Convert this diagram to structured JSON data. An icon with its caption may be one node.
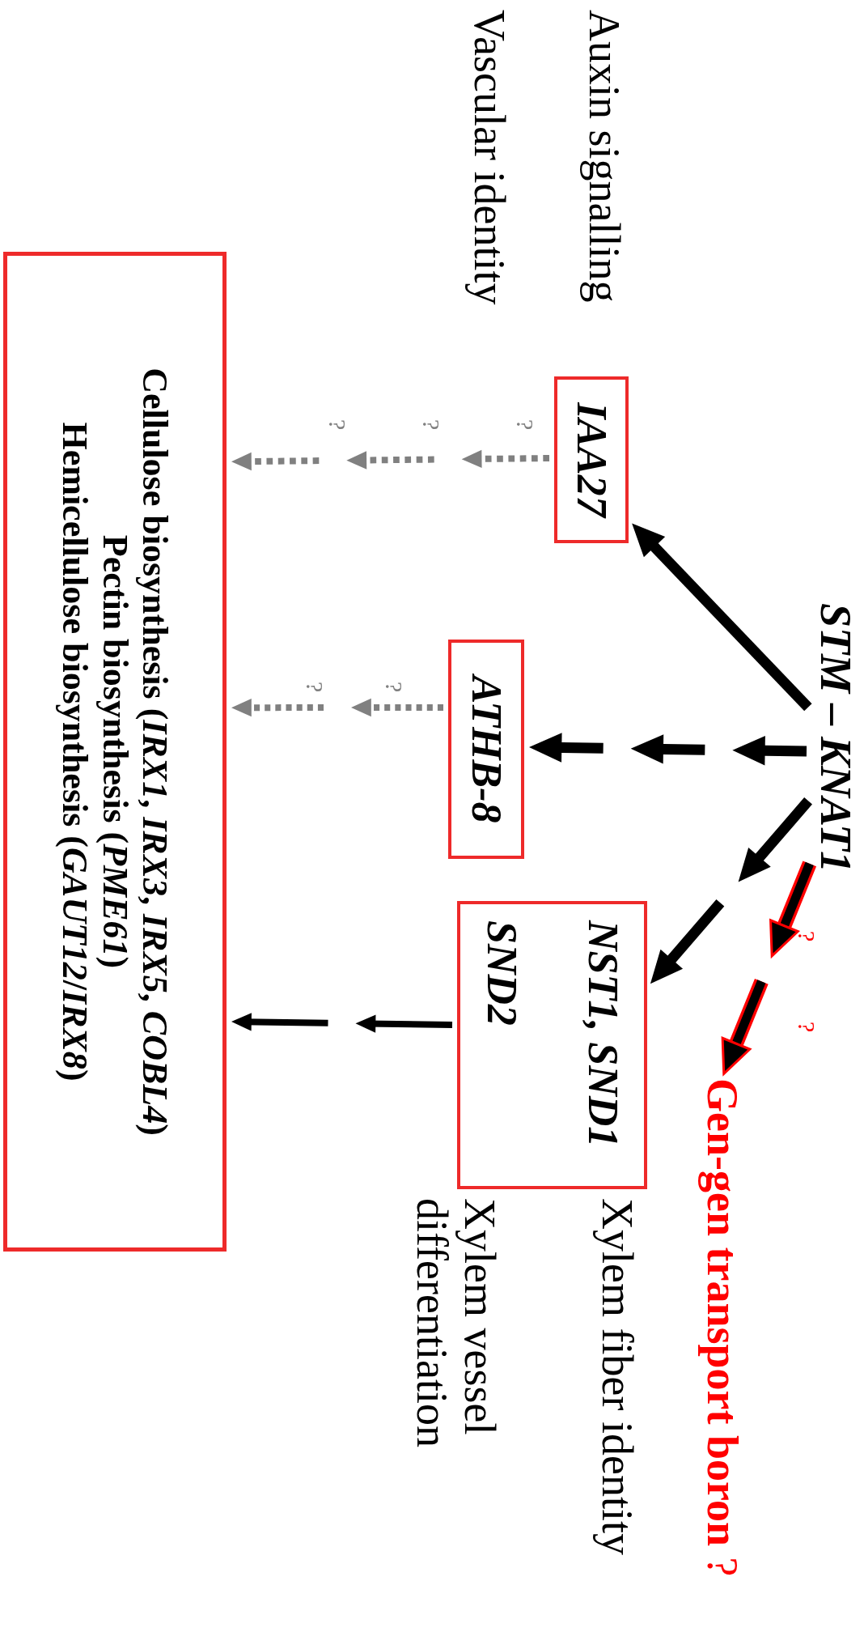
{
  "diagram": {
    "nodes": [
      {
        "text": [
          "STM – KNAT1"
        ]
      },
      {
        "text": [
          "Auxin signalling"
        ]
      },
      {
        "text": [
          "IAA27"
        ]
      },
      {
        "text": [
          "Vascular identity"
        ]
      },
      {
        "text": [
          "ATHB-8"
        ]
      },
      {
        "text": [
          "NST1, SND1",
          "SND2"
        ]
      },
      {
        "text": [
          "**Gen-gen transport boron** ?"
        ]
      },
      {
        "text": [
          "Xylem fiber identity"
        ]
      },
      {
        "text": [
          "Xylem vessel differentiation"
        ]
      },
      {
        "text": [
          "Cellulose biosynthesis (*IRX1*, *IRX3*, *IRX5*, *COBL4*)",
          "Pectin biosynthesis (*PME61*)",
          "Hemicellulose biosynthesis (*GAUT12*/*IRX8*)"
        ]
      }
    ],
    "edges": [
      {
        "from": 0,
        "to": 2,
        "arrow": "to"
      },
      {
        "from": 0,
        "to": 4,
        "arrow": "to",
        "style": "dashed"
      },
      {
        "from": 0,
        "to": 5,
        "arrow": "to",
        "style": "dashed"
      },
      {
        "from": 0,
        "to": 6,
        "arrow": "to",
        "style": "dashed",
        "color": "#ff0000",
        "label": "?"
      },
      {
        "from": 5,
        "to": 9,
        "arrow": "to",
        "style": "dashed"
      },
      {
        "from": 2,
        "to": 9,
        "arrow": "to",
        "style": "dashed",
        "color": "#808080",
        "label": "?"
      },
      {
        "from": 4,
        "to": 9,
        "arrow": "to",
        "style": "dashed",
        "color": "#808080",
        "label": "?"
      }
    ],
    "labels": [
      "?",
      "?",
      "?",
      "?"
    ]
  }
}
